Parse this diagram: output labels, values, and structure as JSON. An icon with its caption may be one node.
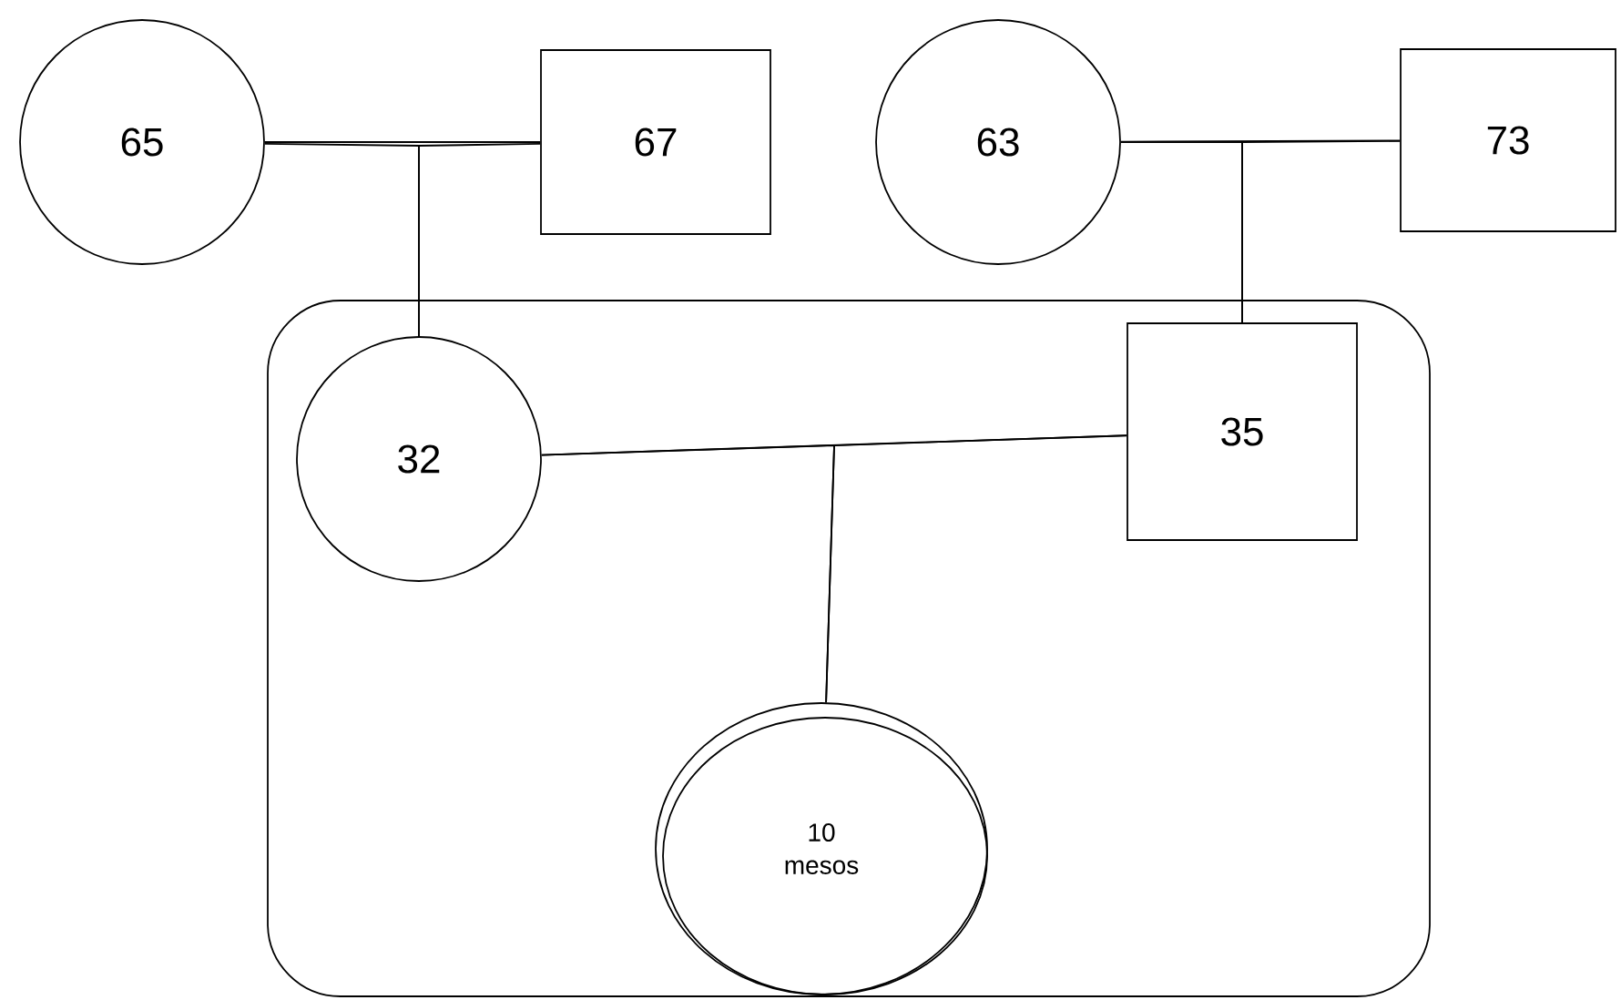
{
  "diagram": {
    "nodes": [
      {
        "text": [
          "65"
        ]
      },
      {
        "text": [
          "67"
        ]
      },
      {
        "text": [
          "63"
        ]
      },
      {
        "text": [
          "73"
        ]
      },
      {
        "text": [],
        "shape": "box"
      },
      {
        "text": [
          "32"
        ],
        "in": 4
      },
      {
        "text": [
          "35"
        ],
        "in": 4
      },
      {
        "text": [
          "10 mesos"
        ],
        "in": 4
      }
    ],
    "edges": [
      {
        "from": 0,
        "to": 1,
        "arrow": "none"
      },
      {
        "from": 0,
        "to": 5,
        "arrow": "none"
      },
      {
        "from": 1,
        "to": 5,
        "arrow": "none"
      },
      {
        "from": 2,
        "to": 3,
        "arrow": "none"
      },
      {
        "from": 2,
        "to": 6,
        "arrow": "none"
      },
      {
        "from": 3,
        "to": 6,
        "arrow": "none"
      },
      {
        "from": 5,
        "to": 6,
        "arrow": "none"
      },
      {
        "from": 5,
        "to": 7,
        "arrow": "none"
      },
      {
        "from": 6,
        "to": 7,
        "arrow": "none"
      }
    ]
  }
}
